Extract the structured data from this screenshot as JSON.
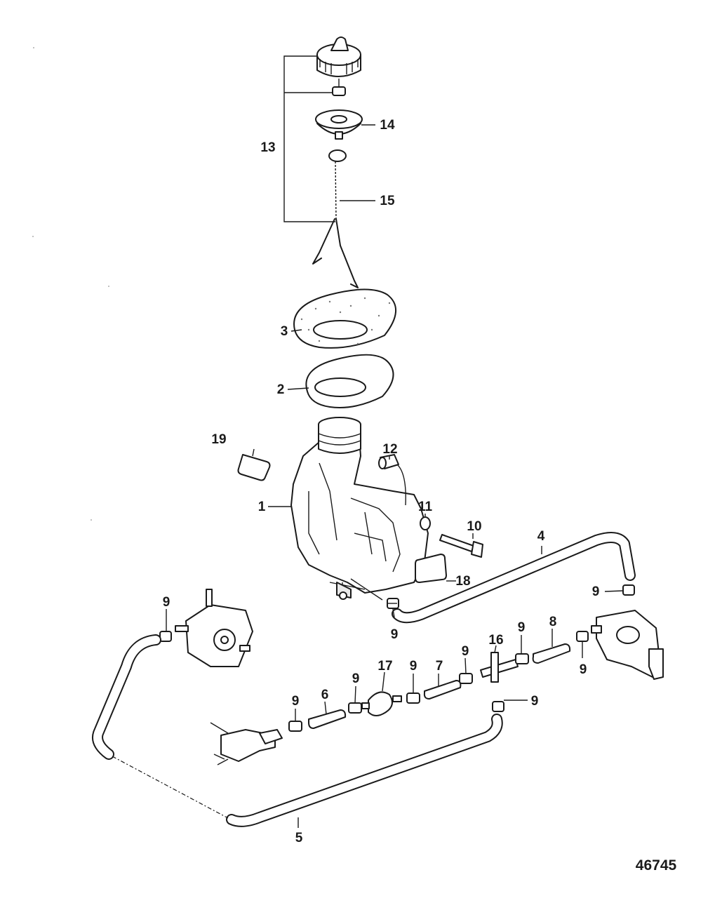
{
  "figure_number": "46745",
  "callouts": {
    "c1": "1",
    "c2": "2",
    "c3": "3",
    "c4": "4",
    "c5": "5",
    "c6": "6",
    "c7": "7",
    "c8": "8",
    "c9": "9",
    "c10": "10",
    "c11": "11",
    "c12": "12",
    "c13": "13",
    "c14": "14",
    "c15": "15",
    "c16": "16",
    "c17": "17",
    "c18": "18",
    "c19": "19"
  }
}
